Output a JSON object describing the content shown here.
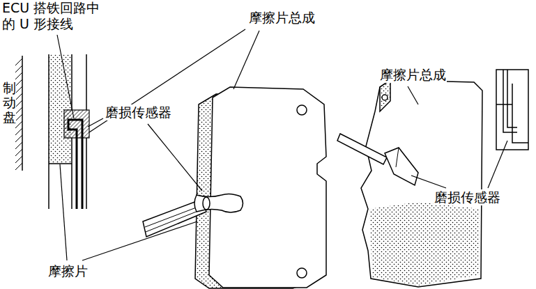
{
  "diagram": {
    "labels": [
      "ECU 搭铁回路中 的 U 形接线",
      "摩擦片总成",
      "制动盘",
      "磨损传感器",
      "摩擦片总成",
      "磨损传感器",
      "摩擦片"
    ]
  }
}
